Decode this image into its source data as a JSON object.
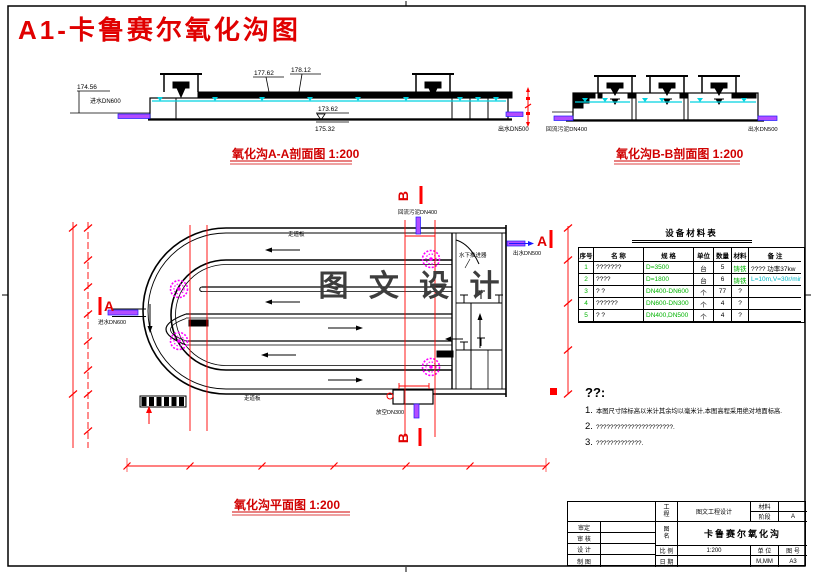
{
  "frame": {
    "title": "A1-卡鲁赛尔氧化沟图"
  },
  "section_aa": {
    "label": "氧化沟A-A剖面图  1:200",
    "elev_top": "174.56",
    "elev_1": "177.62",
    "elev_2": "178.12",
    "elev_3": "173.62",
    "elev_4": "175.32",
    "inlet": "进水DN600",
    "outlet": "出水DN500"
  },
  "section_bb": {
    "label": "氧化沟B-B剖面图  1:200",
    "sludge": "回流污泥DN400",
    "outlet": "出水DN500"
  },
  "plan": {
    "label": "氧化沟平面图  1:200",
    "marker_a": "A",
    "marker_b": "B",
    "inlet": "进水DN600",
    "outlet": "出水DN500",
    "sludge": "回流污泥DN400",
    "drain": "放空DN300",
    "thruster": "水下推进器",
    "walkway_top": "走道板",
    "walkway_bottom": "走道板",
    "watermark": "图 文 设 计"
  },
  "table": {
    "title": "设备材料表",
    "headers": [
      "序号",
      "名  称",
      "规  格",
      "单位",
      "数量",
      "材料",
      "备  注"
    ],
    "rows": [
      {
        "no": "1",
        "name": "???????",
        "spec": "D=3500",
        "unit": "台",
        "qty": "5",
        "mat": "铸铁",
        "note": "???? 功率37kw"
      },
      {
        "no": "2",
        "name": "????",
        "spec": "D=1800",
        "unit": "台",
        "qty": "6",
        "mat": "铸铁",
        "note": "L=10m,V=30r/min"
      },
      {
        "no": "3",
        "name": "?  ?",
        "spec": "DN400-DN600",
        "unit": "个",
        "qty": "77",
        "mat": "?",
        "note": ""
      },
      {
        "no": "4",
        "name": "??????",
        "spec": "DN600-DN300",
        "unit": "个",
        "qty": "4",
        "mat": "?",
        "note": ""
      },
      {
        "no": "5",
        "name": "?  ?",
        "spec": "DN400,DN500",
        "unit": "个",
        "qty": "4",
        "mat": "?",
        "note": ""
      }
    ]
  },
  "notes": {
    "title": "??:",
    "items": [
      {
        "num": "1.",
        "text": "本图尺寸除标高以米计其余均以毫米计,本图高程采用绝对地面标高."
      },
      {
        "num": "2.",
        "text": "??????????????????????."
      },
      {
        "num": "3.",
        "text": "?????????????."
      }
    ]
  },
  "titleblock": {
    "sign_rows": [
      {
        "label": "审定"
      },
      {
        "label": "审 核"
      },
      {
        "label": "设 计"
      },
      {
        "label": "制 图"
      }
    ],
    "project_label": "工\n程",
    "project_value": "图文工程设计",
    "drawing_label": "图\n名",
    "drawing_value": "卡鲁赛尔氧化沟",
    "scale_label": "比 例",
    "scale_value": "1:200",
    "date_label": "日 期",
    "date_value": "",
    "unit_label": "单 位",
    "unit_value": "M,MM",
    "sheet_label": "图 号",
    "sheet_value": "A3",
    "material_label": "材料",
    "material_value": "",
    "stage_label": "阶段",
    "stage_value": "A"
  }
}
